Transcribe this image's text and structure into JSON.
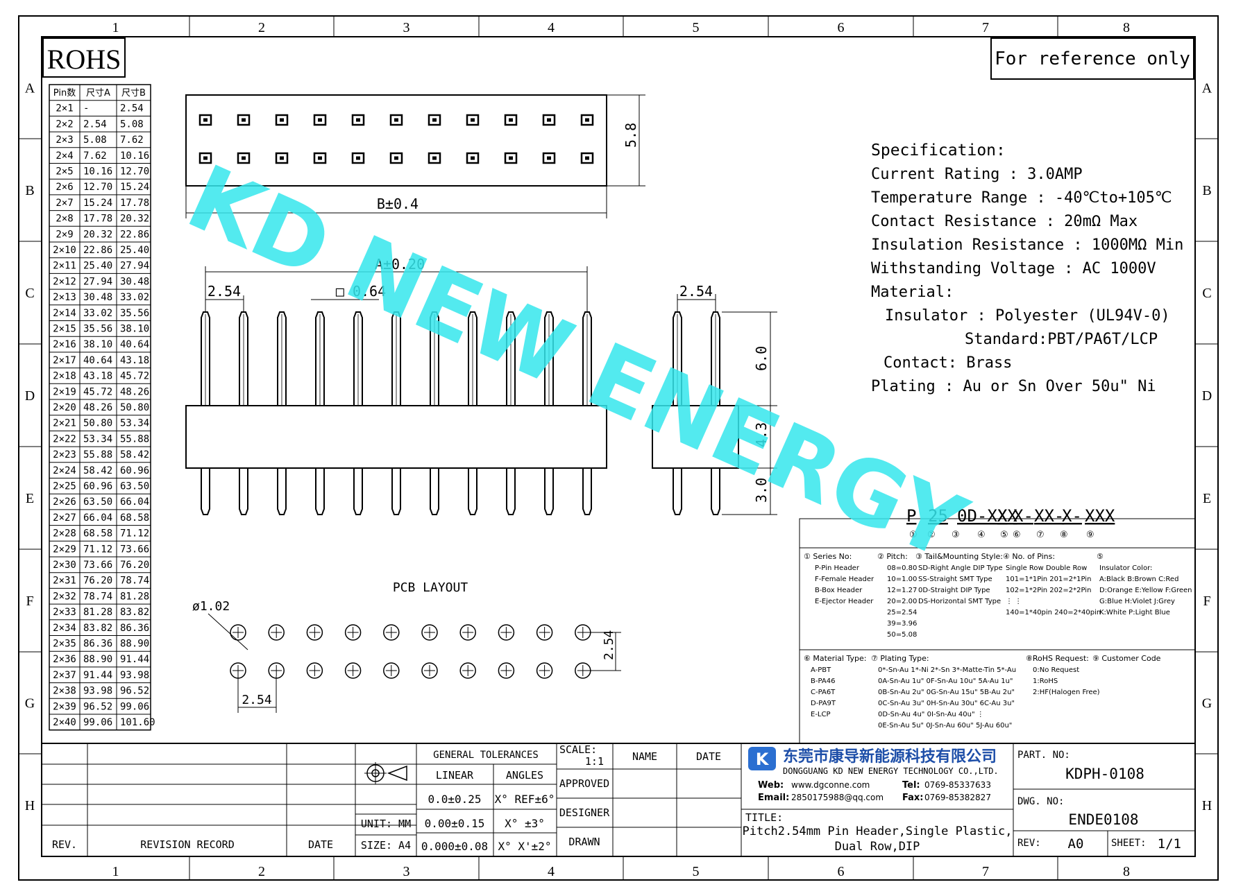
{
  "title_block": {
    "rohs": "ROHS",
    "reference_note": "For reference only",
    "watermark": "KD NEW ENERGY",
    "zone_columns": [
      "1",
      "2",
      "3",
      "4",
      "5",
      "6",
      "7",
      "8"
    ],
    "zone_rows": [
      "A",
      "B",
      "C",
      "D",
      "E",
      "F",
      "G",
      "H"
    ]
  },
  "pin_table": {
    "headers": [
      "Pin数",
      "尺寸A",
      "尺寸B"
    ],
    "rows": [
      [
        "2×1",
        "-",
        "2.54"
      ],
      [
        "2×2",
        "2.54",
        "5.08"
      ],
      [
        "2×3",
        "5.08",
        "7.62"
      ],
      [
        "2×4",
        "7.62",
        "10.16"
      ],
      [
        "2×5",
        "10.16",
        "12.70"
      ],
      [
        "2×6",
        "12.70",
        "15.24"
      ],
      [
        "2×7",
        "15.24",
        "17.78"
      ],
      [
        "2×8",
        "17.78",
        "20.32"
      ],
      [
        "2×9",
        "20.32",
        "22.86"
      ],
      [
        "2×10",
        "22.86",
        "25.40"
      ],
      [
        "2×11",
        "25.40",
        "27.94"
      ],
      [
        "2×12",
        "27.94",
        "30.48"
      ],
      [
        "2×13",
        "30.48",
        "33.02"
      ],
      [
        "2×14",
        "33.02",
        "35.56"
      ],
      [
        "2×15",
        "35.56",
        "38.10"
      ],
      [
        "2×16",
        "38.10",
        "40.64"
      ],
      [
        "2×17",
        "40.64",
        "43.18"
      ],
      [
        "2×18",
        "43.18",
        "45.72"
      ],
      [
        "2×19",
        "45.72",
        "48.26"
      ],
      [
        "2×20",
        "48.26",
        "50.80"
      ],
      [
        "2×21",
        "50.80",
        "53.34"
      ],
      [
        "2×22",
        "53.34",
        "55.88"
      ],
      [
        "2×23",
        "55.88",
        "58.42"
      ],
      [
        "2×24",
        "58.42",
        "60.96"
      ],
      [
        "2×25",
        "60.96",
        "63.50"
      ],
      [
        "2×26",
        "63.50",
        "66.04"
      ],
      [
        "2×27",
        "66.04",
        "68.58"
      ],
      [
        "2×28",
        "68.58",
        "71.12"
      ],
      [
        "2×29",
        "71.12",
        "73.66"
      ],
      [
        "2×30",
        "73.66",
        "76.20"
      ],
      [
        "2×31",
        "76.20",
        "78.74"
      ],
      [
        "2×32",
        "78.74",
        "81.28"
      ],
      [
        "2×33",
        "81.28",
        "83.82"
      ],
      [
        "2×34",
        "83.82",
        "86.36"
      ],
      [
        "2×35",
        "86.36",
        "88.90"
      ],
      [
        "2×36",
        "88.90",
        "91.44"
      ],
      [
        "2×37",
        "91.44",
        "93.98"
      ],
      [
        "2×38",
        "93.98",
        "96.52"
      ],
      [
        "2×39",
        "96.52",
        "99.06"
      ],
      [
        "2×40",
        "99.06",
        "101.60"
      ]
    ]
  },
  "dimensions": {
    "top_height": "5.8",
    "b_dim": "B±0.4",
    "a_dim": "A±0.20",
    "pitch_front": "2.54",
    "pin_square": "□ 0.64",
    "pitch_side": "2.54",
    "upper_pin": "6.0",
    "body_height": "4.3",
    "lower_pin": "3.0",
    "hole_dia": "ø1.02",
    "pcb_row_pitch": "2.54",
    "pcb_col_pitch": "2.54",
    "pcb_label": "PCB LAYOUT"
  },
  "specification": {
    "heading": "Specification:",
    "lines": [
      "Current Rating : 3.0AMP",
      "Temperature Range : -40℃to+105℃",
      "Contact Resistance : 20mΩ Max",
      "Insulation Resistance : 1000MΩ Min",
      "Withstanding Voltage : AC 1000V",
      "Material:",
      "Insulator : Polyester (UL94V-0)",
      "Standard:PBT/PA6T/LCP",
      "Contact: Brass",
      "Plating : Au or Sn Over 50u\" Ni"
    ]
  },
  "part_code": {
    "segments": [
      "P",
      "25",
      "0D-XXX",
      "X",
      "X-",
      "XX-",
      "X-",
      "XXX"
    ],
    "markers": [
      "①",
      "②",
      "③",
      "④",
      "⑤",
      "⑥",
      "⑦",
      "⑧",
      "⑨"
    ],
    "notes_top": [
      {
        "head": "① Series No:",
        "lines": [
          "P-Pin Header",
          "F-Female Header",
          "B-Box Header",
          "E-Ejector Header"
        ]
      },
      {
        "head": "② Pitch:",
        "lines": [
          "08=0.80",
          "10=1.00",
          "12=1.27",
          "20=2.00",
          "25=2.54",
          "39=3.96",
          "50=5.08"
        ]
      },
      {
        "head": "③ Tail&Mounting Style:",
        "lines": [
          "SD-Right Angle DIP Type",
          "SS-Straight SMT Type",
          "0D-Straight DIP Type",
          "DS-Horizontal SMT Type"
        ]
      },
      {
        "head": "④ No. of Pins:",
        "lines": [
          "Single Row   Double Row",
          "101=1*1Pin   201=2*1Pin",
          "102=1*2Pin   202=2*2Pin",
          "⋮            ⋮",
          "140=1*40pin  240=2*40pin"
        ]
      },
      {
        "head": "⑤",
        "lines": [
          "Insulator Color:",
          "A:Black  B:Brown  C:Red",
          "D:Orange E:Yellow F:Green",
          "G:Blue   H:Violet J:Grey",
          "K:White  P:Light Blue"
        ]
      }
    ],
    "notes_bottom": [
      {
        "head": "⑥ Material Type:",
        "lines": [
          "A-PBT",
          "B-PA46",
          "C-PA6T",
          "D-PA9T",
          "E-LCP"
        ]
      },
      {
        "head": "⑦ Plating Type:",
        "lines": [
          "0*-Sn-Au 1*-Ni 2*-Sn 3*-Matte-Tin 5*-Au",
          "0A-Sn-Au 1u\"  0F-Sn-Au 10u\"  5A-Au 1u\"",
          "0B-Sn-Au 2u\"  0G-Sn-Au 15u\"  5B-Au 2u\"",
          "0C-Sn-Au 3u\"  0H-Sn-Au 30u\"  6C-Au 3u\"",
          "0D-Sn-Au 4u\"  0I-Sn-Au 40u\"    ⋮",
          "0E-Sn-Au 5u\"  0J-Sn-Au 60u\"  5J-Au 60u\""
        ]
      },
      {
        "head": "⑧RoHS Request:",
        "lines": [
          "0:No Request",
          "1:RoHS",
          "2:HF(Halogen Free)"
        ]
      },
      {
        "head": "⑨ Customer Code",
        "lines": []
      }
    ]
  },
  "title_area": {
    "rev": "REV.",
    "revision_record": "REVISION RECORD",
    "date": "DATE",
    "general_tolerances": "GENERAL TOLERANCES",
    "linear": "LINEAR",
    "angles": "ANGLES",
    "tol_rows": [
      [
        "0.0±0.25",
        "X° REF±6°"
      ],
      [
        "0.00±0.15",
        "X° ±3°"
      ],
      [
        "0.000±0.08",
        "X° X'±2°"
      ]
    ],
    "unit": "UNIT: MM",
    "size": "SIZE: A4",
    "scale_label": "SCALE:",
    "scale_value": "1:1",
    "name": "NAME",
    "date2": "DATE",
    "approved": "APPROVED",
    "designer": "DESIGNER",
    "drawn": "DRAWN",
    "company_cn": "东莞市康导新能源科技有限公司",
    "company_en": "DONGGUANG KD NEW ENERGY TECHNOLOGY CO.,LTD.",
    "web_label": "Web:",
    "web": "www.dgconne.com",
    "tel_label": "Tel:",
    "tel": "0769-85337633",
    "email_label": "Email:",
    "email": "2850175988@qq.com",
    "fax_label": "Fax:",
    "fax": "0769-85382827",
    "title_label": "TITLE:",
    "title_line1": "Pitch2.54mm Pin Header,Single Plastic,",
    "title_line2": "Dual Row,DIP",
    "part_no_label": "PART. NO:",
    "part_no": "KDPH-0108",
    "dwg_no_label": "DWG. NO:",
    "dwg_no": "ENDE0108",
    "rev_label": "REV:",
    "rev_value": "A0",
    "sheet_label": "SHEET:",
    "sheet_value": "1/1"
  },
  "colors": {
    "watermark": "#35e6ec",
    "line": "#000000",
    "background": "#ffffff"
  }
}
